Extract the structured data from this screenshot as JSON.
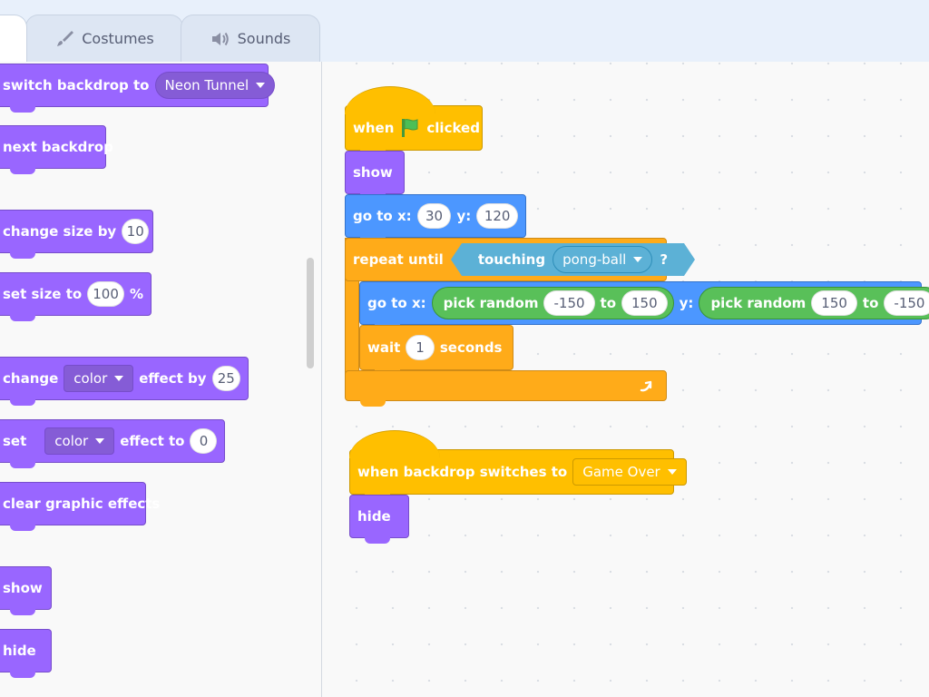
{
  "tabs": {
    "costumes": "Costumes",
    "sounds": "Sounds"
  },
  "palette": {
    "switch_backdrop": {
      "label": "switch backdrop to",
      "value": "Neon Tunnel"
    },
    "next_backdrop": "next backdrop",
    "change_size": {
      "label": "change size by",
      "value": "10"
    },
    "set_size": {
      "label": "set size to",
      "value": "100",
      "unit": "%"
    },
    "change_effect": {
      "label": "change",
      "effect": "color",
      "label2": "effect by",
      "value": "25"
    },
    "set_effect": {
      "label": "set",
      "effect": "color",
      "label2": "effect to",
      "value": "0"
    },
    "clear_effects": "clear graphic effects",
    "show": "show",
    "hide": "hide"
  },
  "script1": {
    "when_flag": {
      "when": "when",
      "clicked": "clicked"
    },
    "show": "show",
    "goto": {
      "label": "go to x:",
      "x": "30",
      "ylabel": "y:",
      "y": "120"
    },
    "repeat": {
      "label": "repeat until",
      "touching": "touching",
      "target": "pong-ball",
      "q": "?"
    },
    "inner_goto": {
      "label": "go to x:",
      "rand1": {
        "label": "pick random",
        "from": "-150",
        "to_label": "to",
        "to": "150"
      },
      "ylabel": "y:",
      "rand2": {
        "label": "pick random",
        "from": "150",
        "to_label": "to",
        "to": "-150"
      }
    },
    "wait": {
      "label": "wait",
      "value": "1",
      "unit": "seconds"
    }
  },
  "script2": {
    "when_backdrop": {
      "label": "when backdrop switches to",
      "value": "Game Over"
    },
    "hide": "hide"
  },
  "colors": {
    "looks": "#9966ff",
    "motion": "#4c97ff",
    "events": "#ffbf00",
    "control": "#ffab19",
    "operators": "#59c059",
    "sensing": "#5cb1d6"
  }
}
